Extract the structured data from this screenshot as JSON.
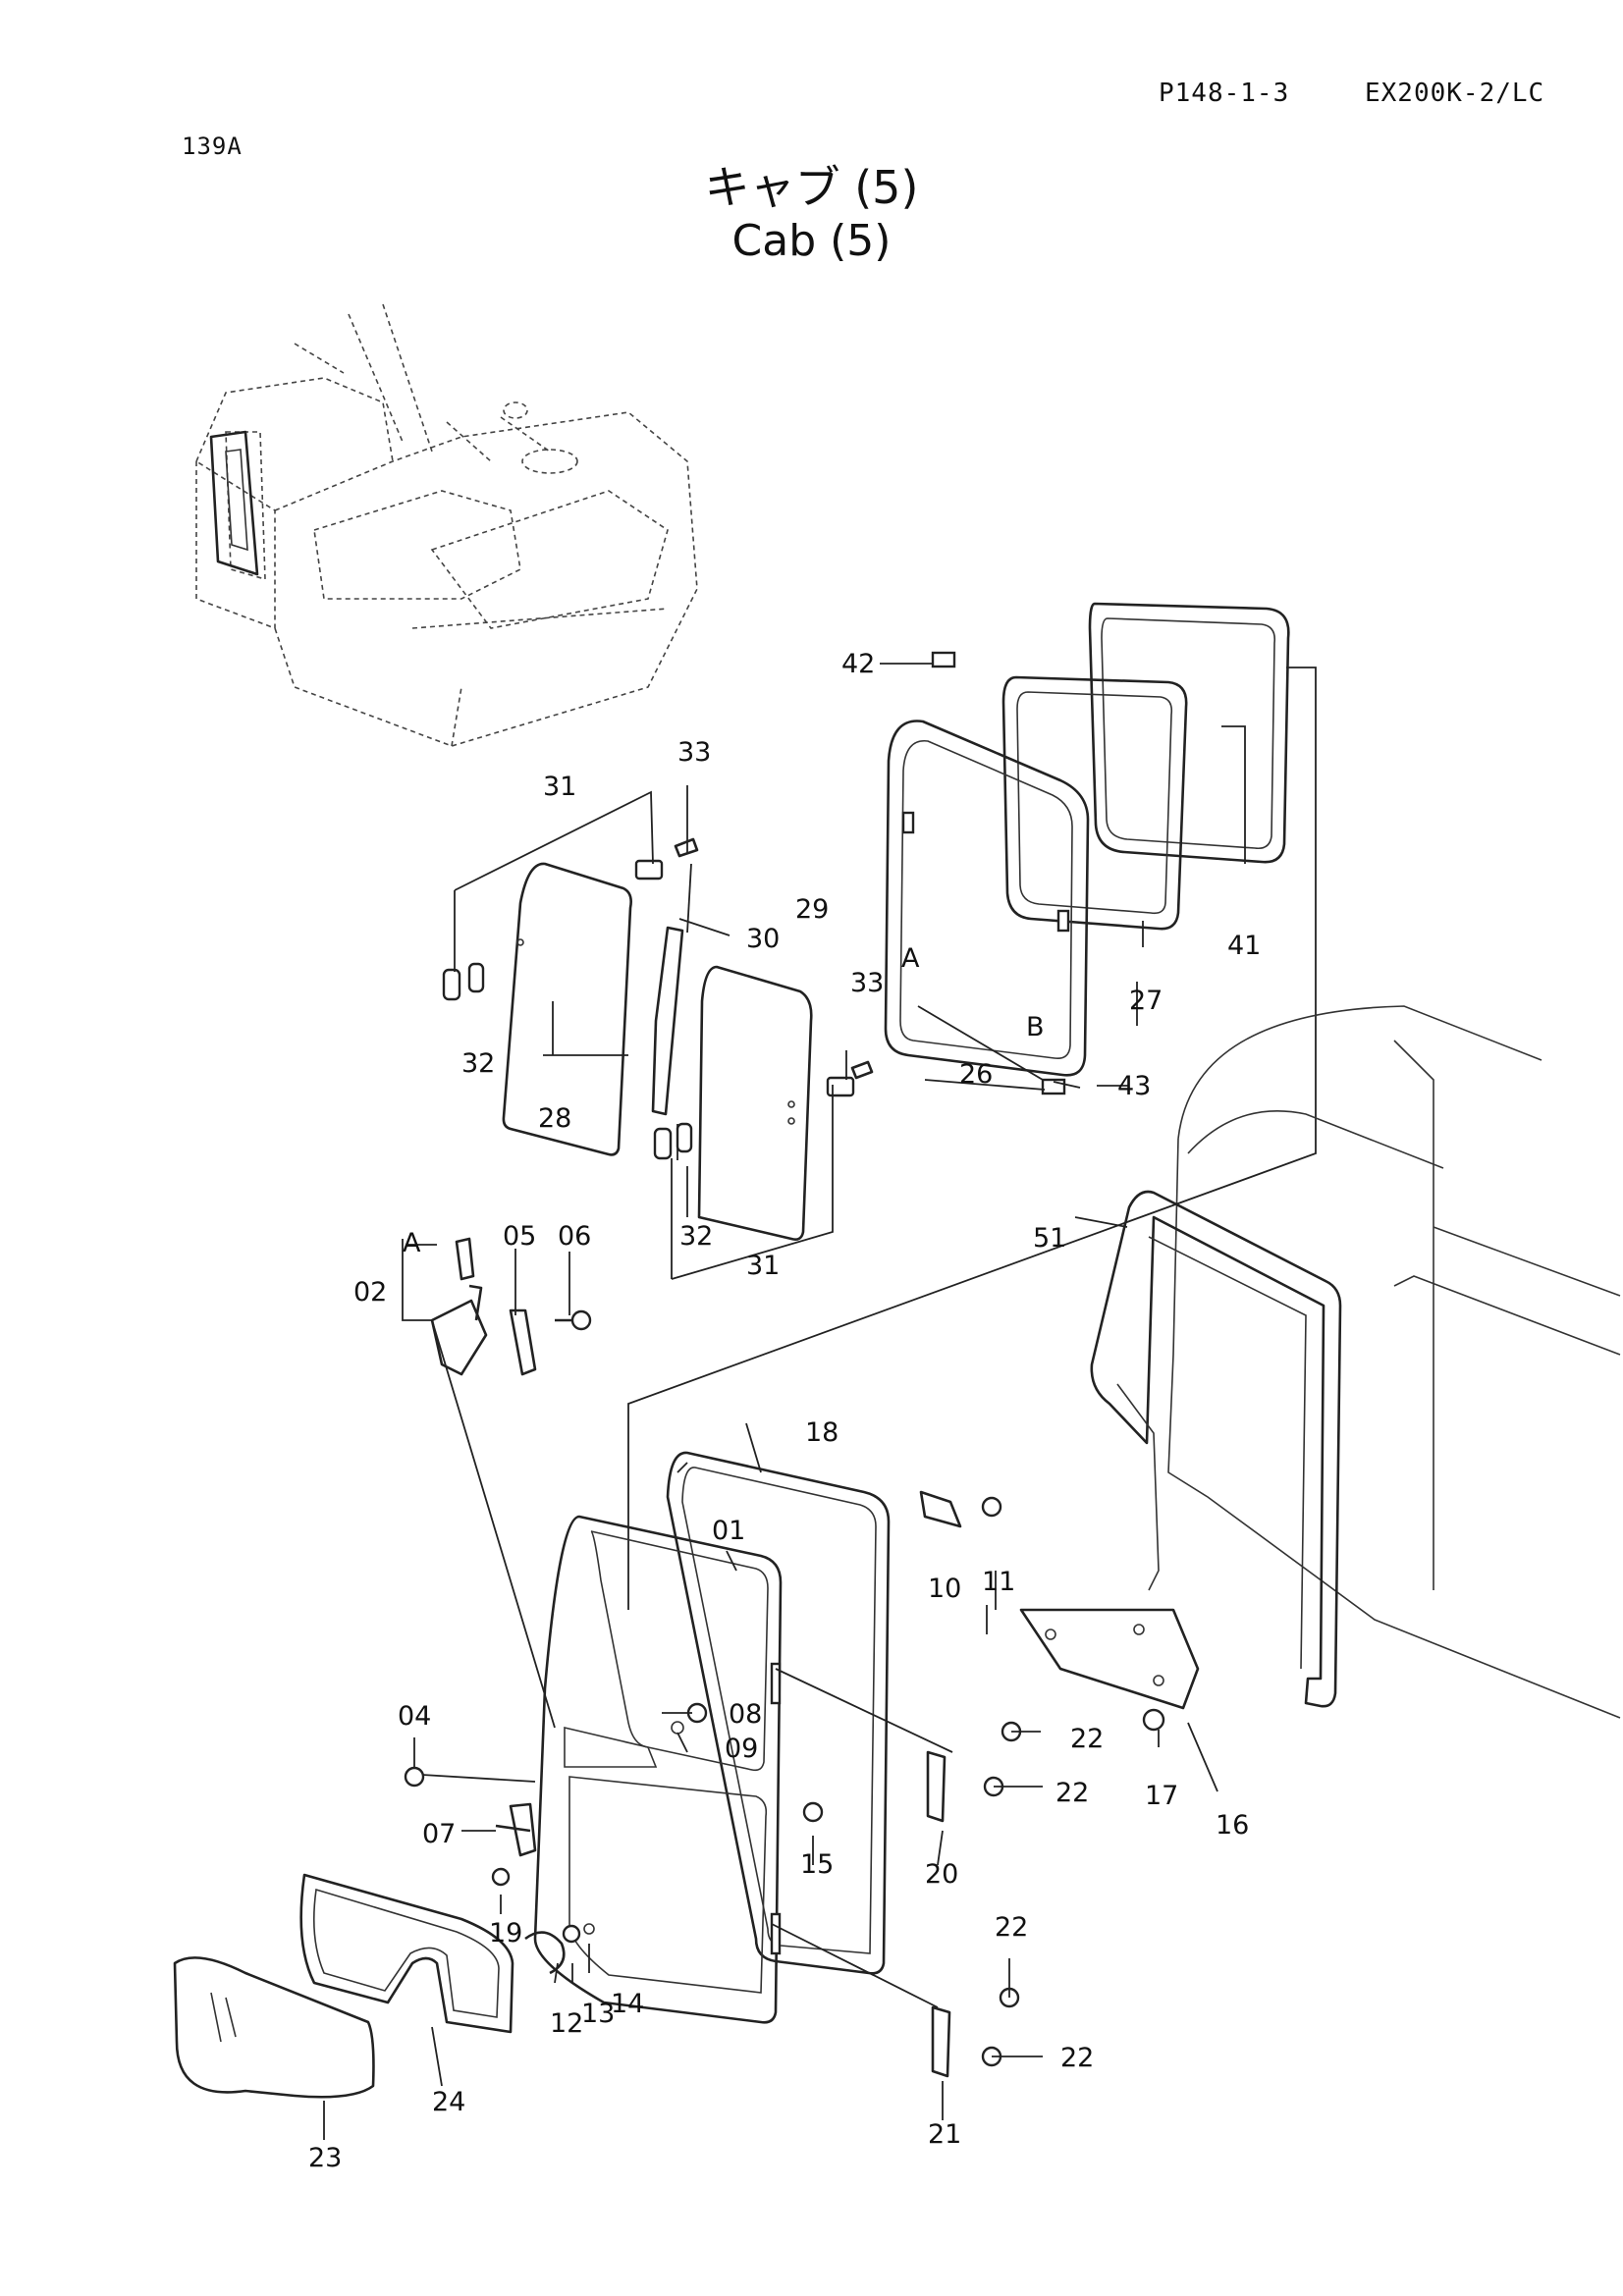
{
  "header": {
    "page_code": "P148-1-3",
    "model": "EX200K-2/LC",
    "ref": "139A"
  },
  "title": {
    "jp": "キャブ (5)",
    "en": "Cab (5)"
  },
  "callouts": {
    "c01": "01",
    "c02": "02",
    "c04": "04",
    "c05": "05",
    "c06": "06",
    "c07": "07",
    "c08": "08",
    "c09": "09",
    "c10": "10",
    "c11": "11",
    "c12": "12",
    "c13": "13",
    "c14": "14",
    "c15": "15",
    "c16": "16",
    "c17": "17",
    "c18": "18",
    "c19": "19",
    "c20": "20",
    "c21": "21",
    "c22a": "22",
    "c22b": "22",
    "c22c": "22",
    "c22d": "22",
    "c23": "23",
    "c24": "24",
    "c26": "26",
    "c27": "27",
    "c28": "28",
    "c29": "29",
    "c30": "30",
    "c31a": "31",
    "c31b": "31",
    "c32a": "32",
    "c32b": "32",
    "c33a": "33",
    "c33b": "33",
    "c41": "41",
    "c42": "42",
    "c43": "43",
    "c51": "51",
    "refA1": "A",
    "refA2": "A",
    "refB": "B"
  }
}
